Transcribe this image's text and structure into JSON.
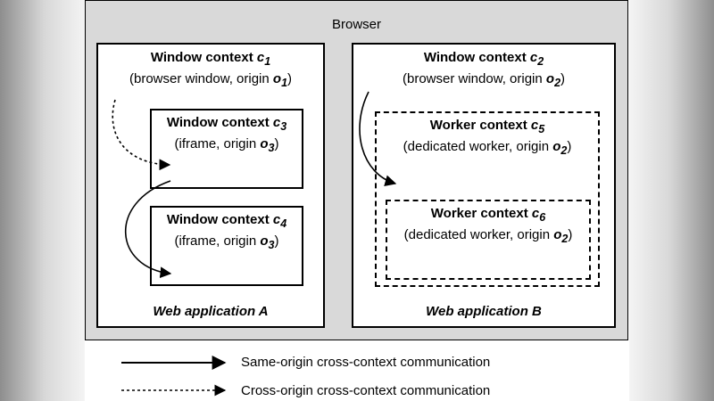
{
  "browser": {
    "label": "Browser"
  },
  "app_a": {
    "label": "Web application A",
    "c1": {
      "name": "Window context",
      "var": "c",
      "sub": "1",
      "desc": "(browser window, origin",
      "origin_var": "o",
      "origin_sub": "1",
      "close": ")"
    },
    "c3": {
      "name": "Window context",
      "var": "c",
      "sub": "3",
      "desc": "(iframe, origin",
      "origin_var": "o",
      "origin_sub": "3",
      "close": ")"
    },
    "c4": {
      "name": "Window context",
      "var": "c",
      "sub": "4",
      "desc": "(iframe, origin",
      "origin_var": "o",
      "origin_sub": "3",
      "close": ")"
    }
  },
  "app_b": {
    "label": "Web application B",
    "c2": {
      "name": "Window context",
      "var": "c",
      "sub": "2",
      "desc": "(browser window, origin",
      "origin_var": "o",
      "origin_sub": "2",
      "close": ")"
    },
    "c5": {
      "name": "Worker context",
      "var": "c",
      "sub": "5",
      "desc": "(dedicated worker, origin",
      "origin_var": "o",
      "origin_sub": "2",
      "close": ")"
    },
    "c6": {
      "name": "Worker context",
      "var": "c",
      "sub": "6",
      "desc": "(dedicated worker, origin",
      "origin_var": "o",
      "origin_sub": "2",
      "close": ")"
    }
  },
  "legend": {
    "same_origin": "Same-origin cross-context communication",
    "cross_origin": "Cross-origin cross-context communication"
  }
}
